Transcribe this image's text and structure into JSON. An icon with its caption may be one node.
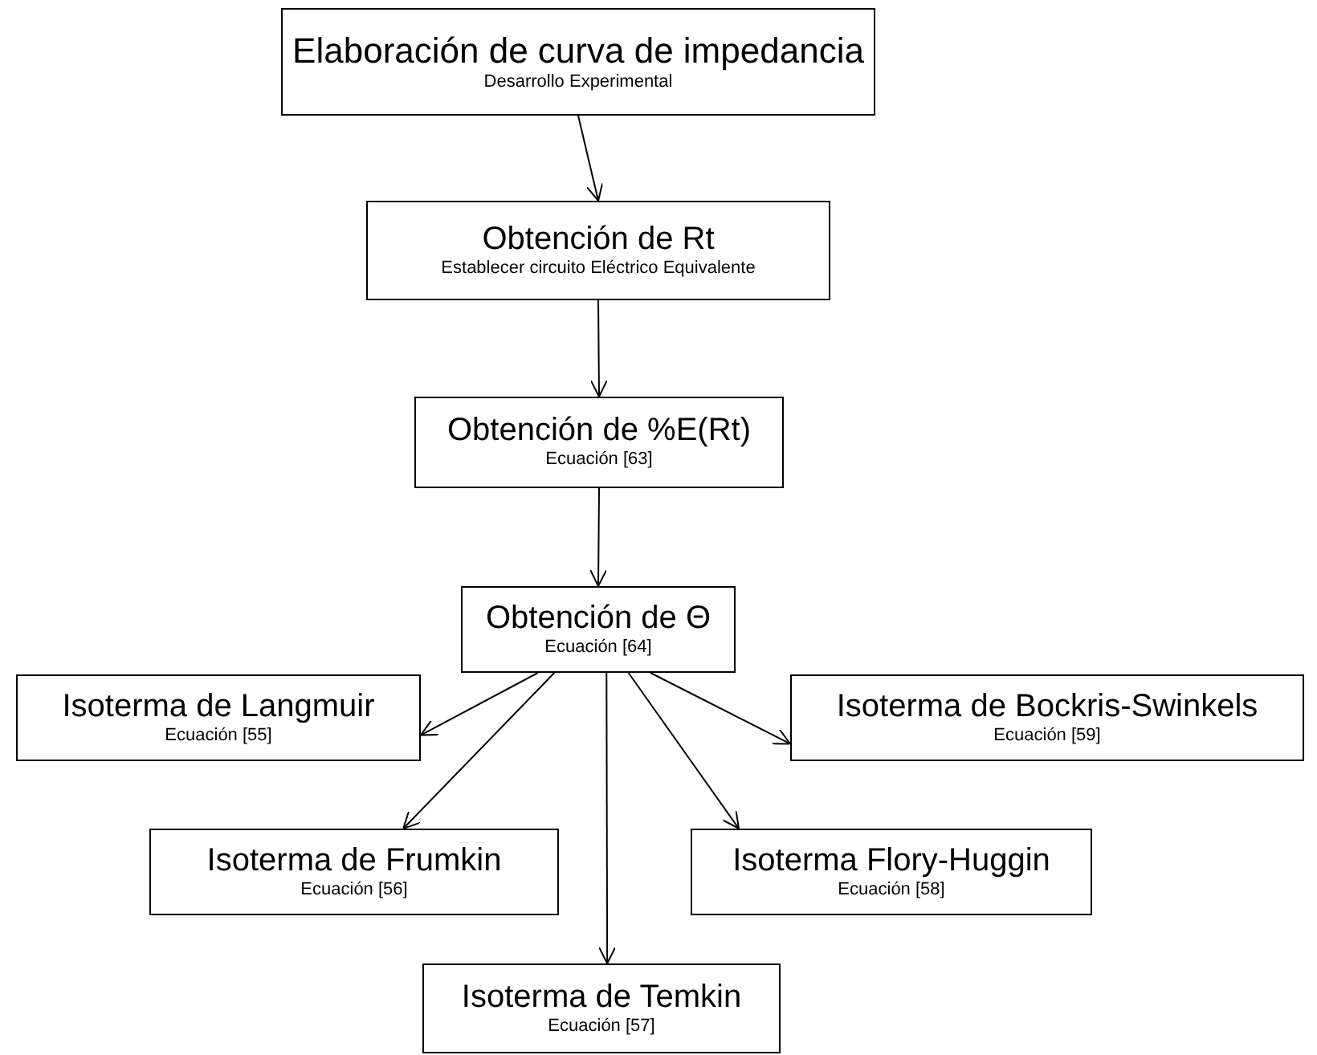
{
  "diagram": {
    "nodes": [
      {
        "text": [
          "Elaboración de curva de impedancia",
          "Desarrollo Experimental"
        ]
      },
      {
        "text": [
          "Obtención de Rt",
          "Establecer circuito Eléctrico Equivalente"
        ]
      },
      {
        "text": [
          "Obtención de %E(Rt)",
          "Ecuación [63]"
        ]
      },
      {
        "text": [
          "Obtención de Θ",
          "Ecuación [64]"
        ]
      },
      {
        "text": [
          "Isoterma de Langmuir",
          "Ecuación [55]"
        ]
      },
      {
        "text": [
          "Isoterma de Bockris-Swinkels",
          "Ecuación [59]"
        ]
      },
      {
        "text": [
          "Isoterma de Frumkin",
          "Ecuación [56]"
        ]
      },
      {
        "text": [
          "Isoterma Flory-Huggin",
          "Ecuación [58]"
        ]
      },
      {
        "text": [
          "Isoterma de Temkin",
          "Ecuación [57]"
        ]
      }
    ],
    "edges": [
      {
        "from": 0,
        "to": 1,
        "arrow": "to"
      },
      {
        "from": 1,
        "to": 2,
        "arrow": "to"
      },
      {
        "from": 2,
        "to": 3,
        "arrow": "to"
      },
      {
        "from": 3,
        "to": 4,
        "arrow": "to"
      },
      {
        "from": 3,
        "to": 6,
        "arrow": "to"
      },
      {
        "from": 3,
        "to": 8,
        "arrow": "to"
      },
      {
        "from": 3,
        "to": 7,
        "arrow": "to"
      },
      {
        "from": 3,
        "to": 5,
        "arrow": "to"
      }
    ]
  }
}
